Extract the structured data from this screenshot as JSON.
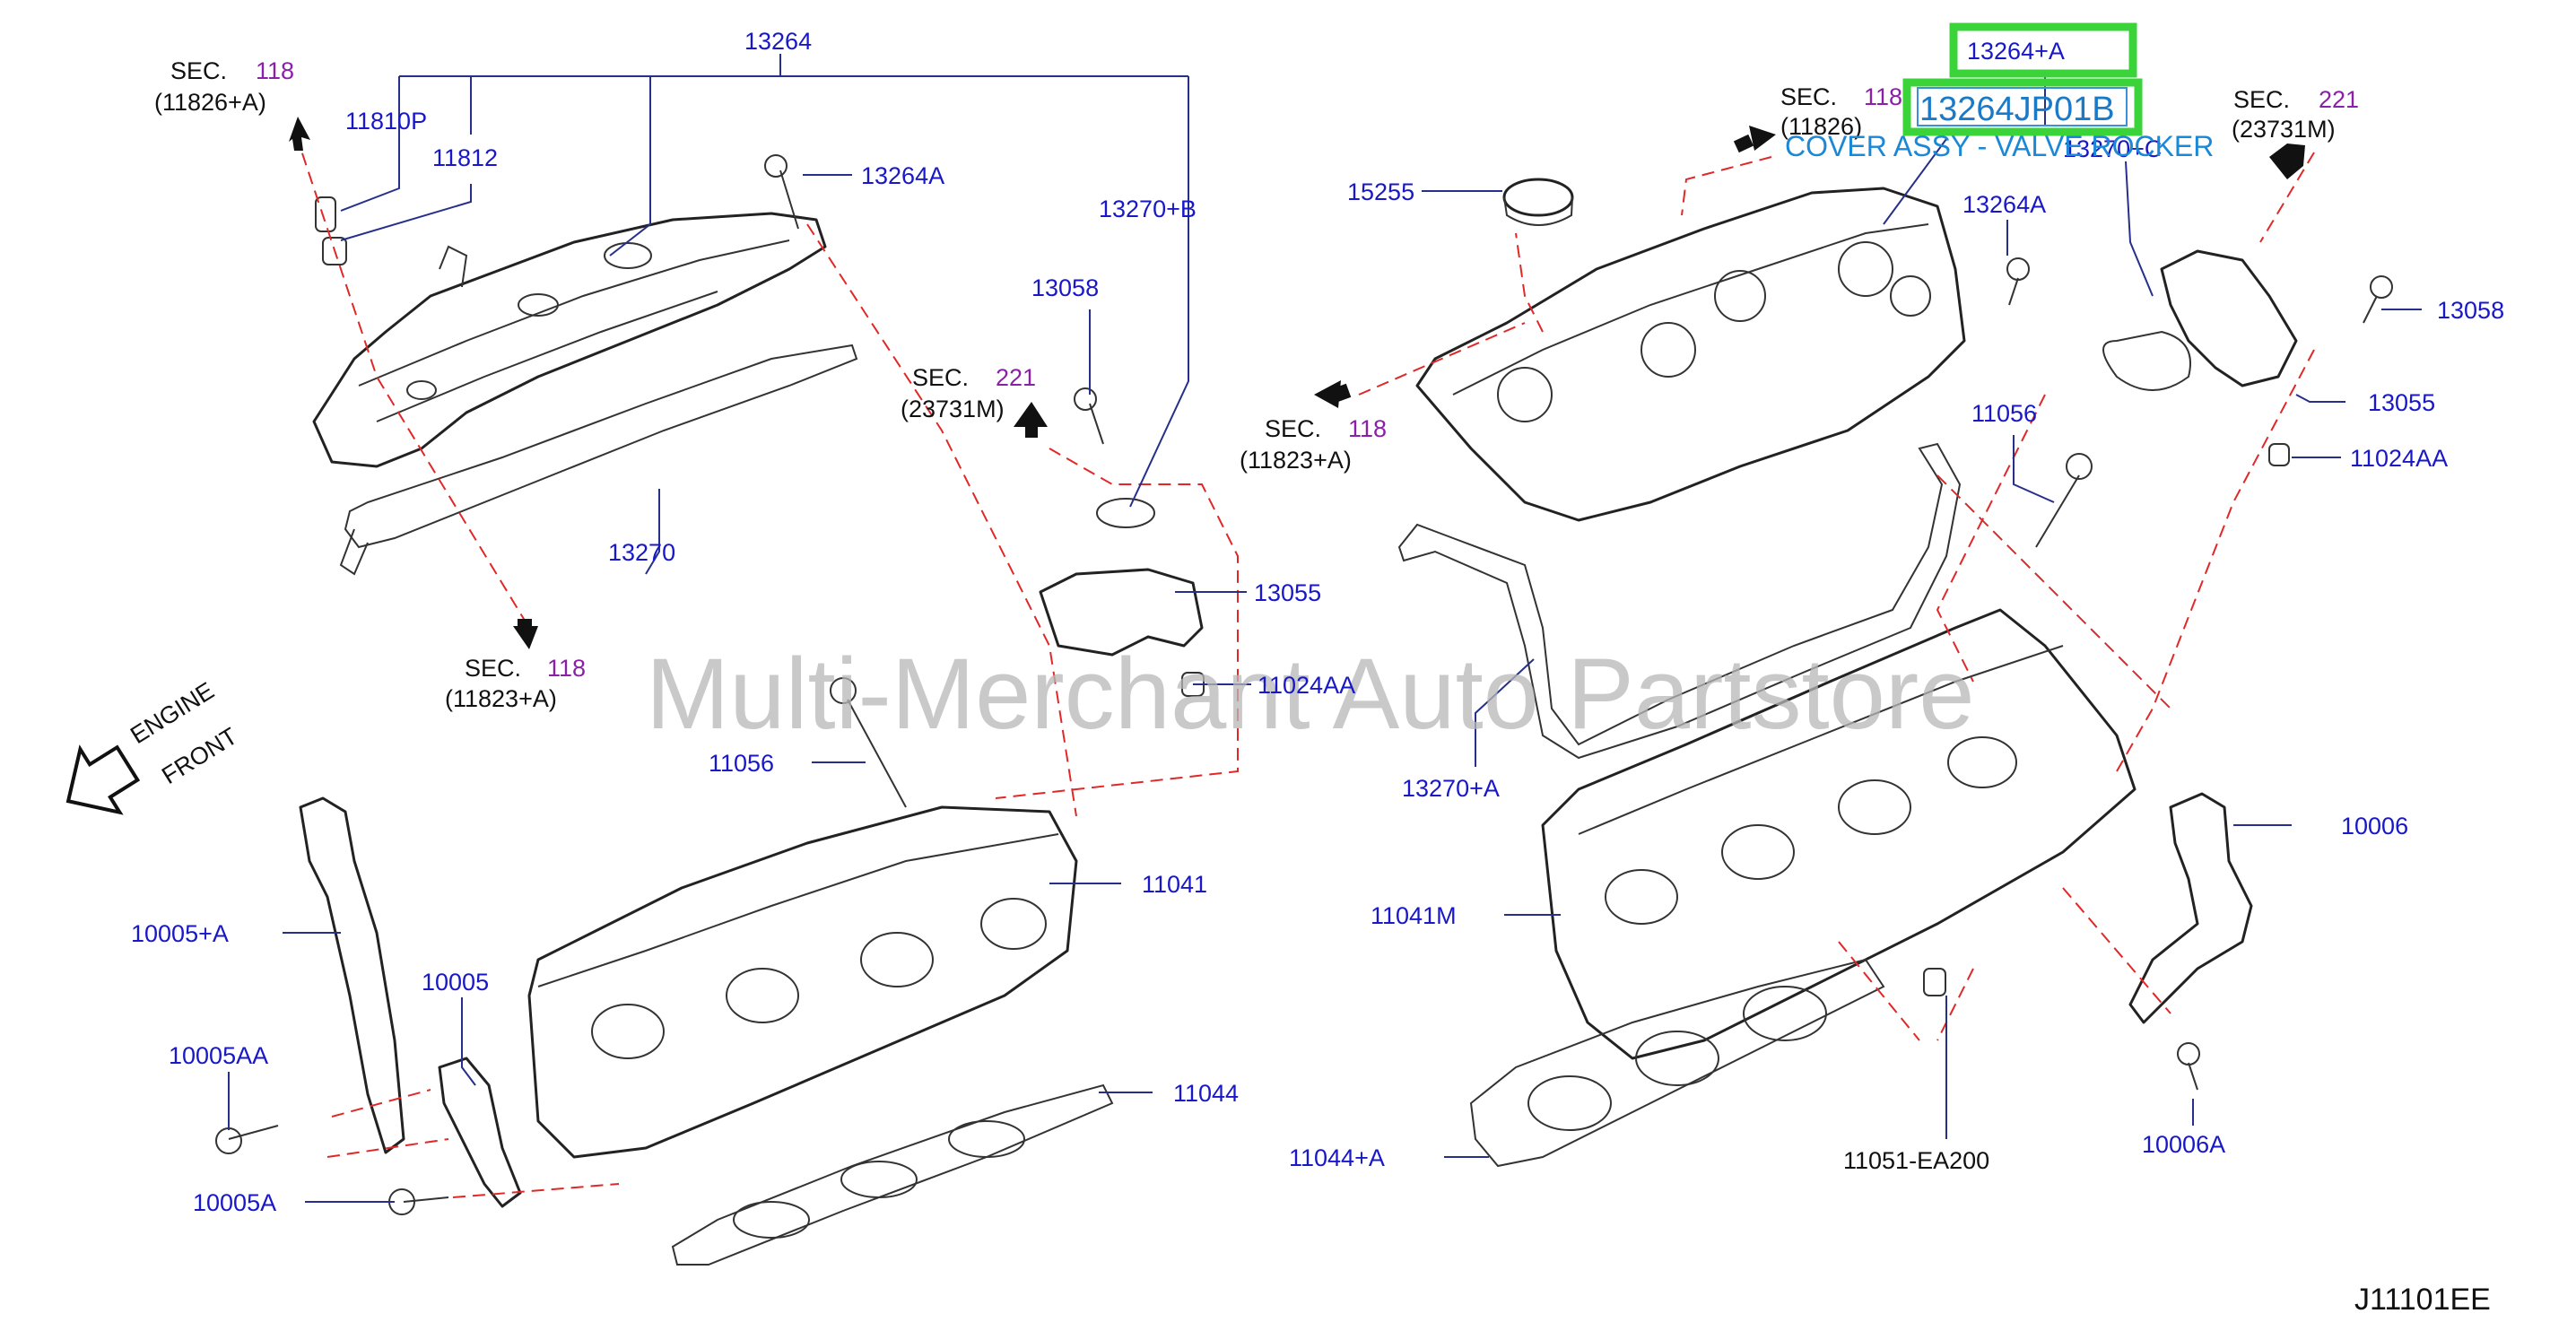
{
  "watermark": "Multi-Merchant Auto Partstore",
  "diagram_code": "J11101EE",
  "highlight": {
    "part_ref": "13264+A",
    "part_number": "13264JP01B",
    "description": "COVER ASSY - VALVE ROCKER",
    "overlapped_ref": "13270+C"
  },
  "engine_front": {
    "line1": "ENGINE",
    "line2": "FRONT"
  },
  "sec": {
    "word": "SEC.",
    "s118_1": {
      "num": "118",
      "ref": "(11826+A)"
    },
    "s118_2": {
      "num": "118",
      "ref": "(11823+A)"
    },
    "s221_1": {
      "num": "221",
      "ref": "(23731M)"
    },
    "s118_3": {
      "num": "118",
      "ref": "(11823+A)"
    },
    "s118_4": {
      "num": "118",
      "ref": "(11826)"
    },
    "s221_2": {
      "num": "221",
      "ref": "(23731M)"
    }
  },
  "labels": {
    "p13264": "13264",
    "p11810P": "11810P",
    "p11812": "11812",
    "p13264A_l": "13264A",
    "p13270B": "13270+B",
    "p13058_l": "13058",
    "p13270": "13270",
    "p13055_l": "13055",
    "p11024AA_l": "11024AA",
    "p11056_l": "11056",
    "p11041": "11041",
    "p10005A_plus": "10005+A",
    "p10005": "10005",
    "p10005AA": "10005AA",
    "p11044": "11044",
    "p10005A": "10005A",
    "p15255": "15255",
    "p13264A_r": "13264A",
    "p11056_r": "11056",
    "p13058_r": "13058",
    "p13055_r": "13055",
    "p11024AA_r": "11024AA",
    "p13270A": "13270+A",
    "p10006": "10006",
    "p11041M": "11041M",
    "p11044A": "11044+A",
    "p11051": "11051-EA200",
    "p10006A": "10006A"
  }
}
